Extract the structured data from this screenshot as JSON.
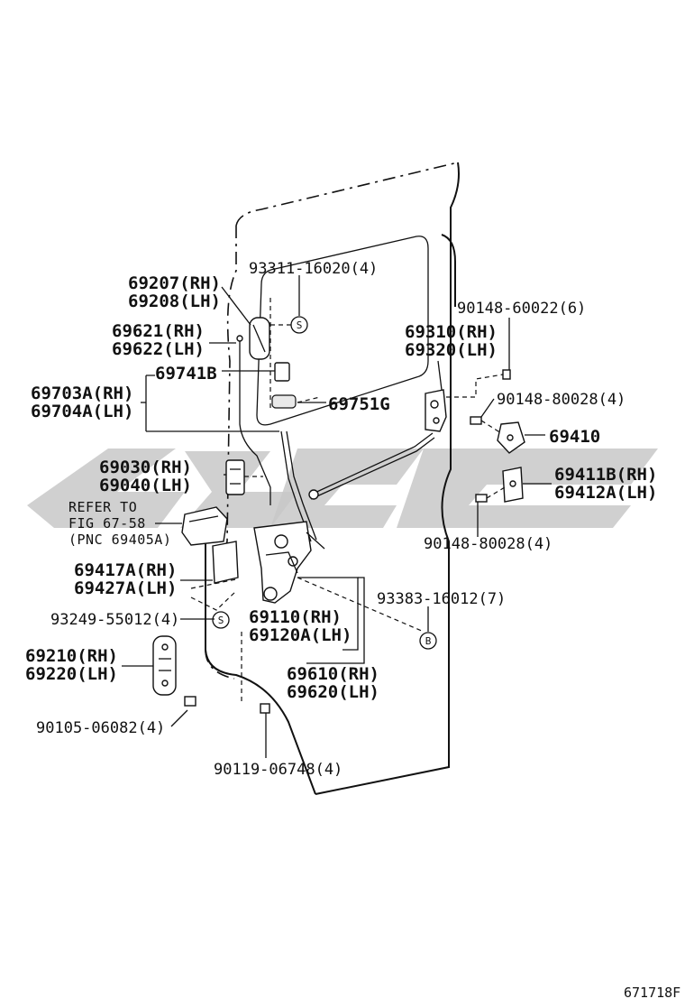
{
  "labels": {
    "p69207": "69207(RH)",
    "p69208": "69208(LH)",
    "p93311": "93311-16020(4)",
    "p69621": "69621(RH)",
    "p69622": "69622(LH)",
    "p69741B": "69741B",
    "p69703A": "69703A(RH)",
    "p69704A": "69704A(LH)",
    "p69751G": "69751G",
    "p90148_60022": "90148-60022(6)",
    "p69310": "69310(RH)",
    "p69320": "69320(LH)",
    "p90148_80028_a": "90148-80028(4)",
    "p69410": "69410",
    "p69411B": "69411B(RH)",
    "p69412A": "69412A(LH)",
    "p90148_80028_b": "90148-80028(4)",
    "p69030": "69030(RH)",
    "p69040": "69040(LH)",
    "ref1": "REFER TO",
    "ref2": "FIG 67-58",
    "ref3": "(PNC 69405A)",
    "p69417A": "69417A(RH)",
    "p69427A": "69427A(LH)",
    "p93249": "93249-55012(4)",
    "p93383": "93383-16012(7)",
    "p69110": "69110(RH)",
    "p69120A": "69120A(LH)",
    "p69210": "69210(RH)",
    "p69220": "69220(LH)",
    "p69610": "69610(RH)",
    "p69620": "69620(LH)",
    "p90105": "90105-06082(4)",
    "p90119": "90119-06748(4)",
    "callout_s": "S",
    "callout_b": "B",
    "figure_id": "671718F"
  }
}
